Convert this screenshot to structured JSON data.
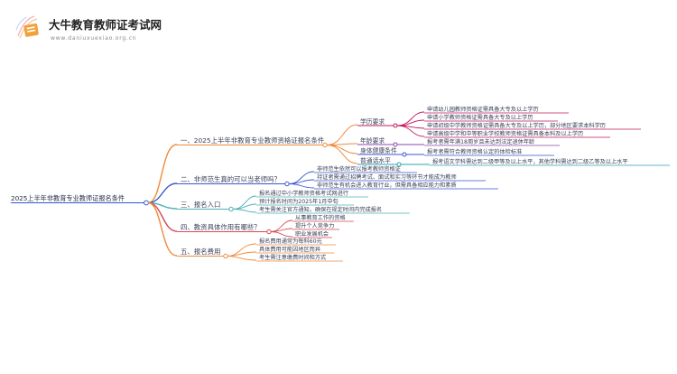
{
  "brand": {
    "name": "大牛教育教师证考试网",
    "url": "www.daniuxuexiao.org.cn"
  },
  "mindmap": {
    "root": "2025上半年非教育专业教师证报名条件",
    "branches": [
      {
        "label": "一、2025上半年非教育专业教师资格证报名条件",
        "children": [
          {
            "label": "学历要求",
            "children": [
              "申请幼儿园教师资格证需具备大专及以上学历",
              "申请小学教师资格证需具备大专及以上学历",
              "申请初级中学教师资格证需具备大专及以上学历，部分地区要求本科学历",
              "申请高级中学和中等职业学校教师资格证需具备本科及以上学历"
            ]
          },
          {
            "label": "年龄要求",
            "children": [
              "报考者需年满18周岁且未达到法定退休年龄"
            ]
          },
          {
            "label": "身体健康条件",
            "children": [
              "报考者需符合教师资格认定的体检标准"
            ]
          },
          {
            "label": "普通话水平",
            "children": [
              "报考语文学科需达到二级甲等及以上水平，其他学科需达到二级乙等及以上水平"
            ]
          }
        ]
      },
      {
        "label": "二、非师范生真的可以当老师吗？",
        "children": [
          "非师范生依然可以报考教师资格证",
          "持证者需通过招聘考试、面试和实习等环节才能成为教师",
          "非师范生有机会进入教育行业，但需具备相应能力和素质"
        ]
      },
      {
        "label": "三、报名入口",
        "children": [
          "报名通过中小学教师资格考试网进行",
          "预计报名时间为2025年1月中旬",
          "考生需关注官方通知，确保在规定时间内完成报名"
        ]
      },
      {
        "label": "四、教资具体作用有哪些？",
        "children": [
          "从事教育工作的资格",
          "提升个人竞争力",
          "职业发展机会"
        ]
      },
      {
        "label": "五、报名费用",
        "children": [
          "报名费用通常为每科60元",
          "具体费用可能因地区而异",
          "考生需注意缴费时间和方式"
        ]
      }
    ]
  },
  "colors": {
    "root": "#2f55d4",
    "branch1": "#ef8a3c",
    "branch2": "#3a55d0",
    "branch3": "#4db0b6",
    "branch4": "#d64a53",
    "branch5": "#ef8a3c",
    "sub_xueli": "#c2185b",
    "sub_nianling": "#8e44ad",
    "sub_shenti": "#3a55d0",
    "sub_putonghua": "#2aa4b0"
  },
  "icons": {
    "logo": "book-logo-icon"
  }
}
